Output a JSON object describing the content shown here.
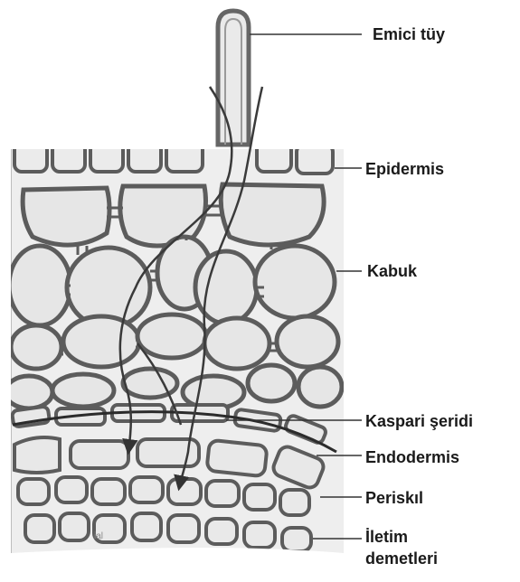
{
  "labels": {
    "root_hair": "Emici tüy",
    "epidermis": "Epidermis",
    "cortex": "Kabuk",
    "casparian_strip": "Kaspari şeridi",
    "endodermis": "Endodermis",
    "pericycle": "Periskıl",
    "vascular_line1": "İletim",
    "vascular_line2": "demetleri"
  },
  "watermark": "ial"
}
